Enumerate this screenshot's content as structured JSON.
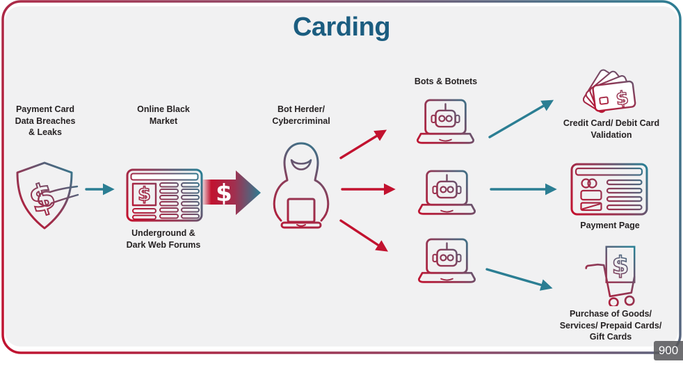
{
  "title": "Carding",
  "frame_badge": "900",
  "currency_symbol": "$",
  "colors": {
    "teal": "#2b7e93",
    "crimson": "#c2122f",
    "title_blue": "#1b5d80",
    "label_dark": "#262223",
    "card_bg": "#f1f1f2",
    "badge_bg": "#58585c",
    "badge_text": "#ffffff"
  },
  "icons": {
    "breaches": "shield-dollar-theft-icon",
    "black_market": "marketplace-listings-icon",
    "transfer": "money-arrow-icon",
    "bot_herder": "hooded-hacker-laptop-icon",
    "botnet": "bot-laptop-icon",
    "validation": "credit-cards-fan-icon",
    "payment_page": "payment-form-icon",
    "purchase": "shopping-cart-dollar-icon"
  },
  "stages": {
    "breaches": {
      "label": "Payment Card\nData Breaches\n& Leaks"
    },
    "black_market": {
      "label": "Online Black\nMarket",
      "caption": "Underground &\nDark Web Forums"
    },
    "bot_herder": {
      "label": "Bot Herder/\nCybercriminal"
    },
    "botnets": {
      "label": "Bots & Botnets"
    },
    "validation": {
      "label": "Credit Card/ Debit Card\nValidation"
    },
    "payment_page": {
      "label": "Payment Page"
    },
    "purchase": {
      "label": "Purchase of Goods/\nServices/ Prepaid Cards/\nGift Cards"
    }
  }
}
